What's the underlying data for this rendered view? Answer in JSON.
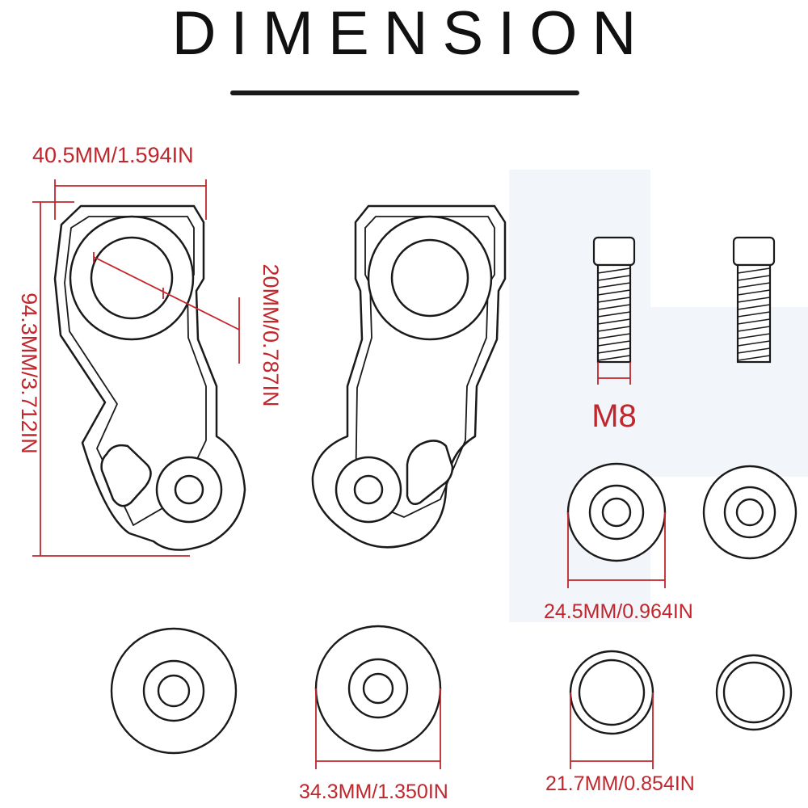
{
  "title": "DIMENSION",
  "colors": {
    "dimension_red": "#c0262c",
    "outline": "#1a1a1a"
  },
  "dimensions": {
    "width": "40.5MM/1.594IN",
    "height": "94.3MM/3.712IN",
    "bore": "20MM/0.787IN",
    "bolt": "M8",
    "washer_large": "24.5MM/0.964IN",
    "spacer": "34.3MM/1.350IN",
    "washer_small": "21.7MM/0.854IN"
  }
}
